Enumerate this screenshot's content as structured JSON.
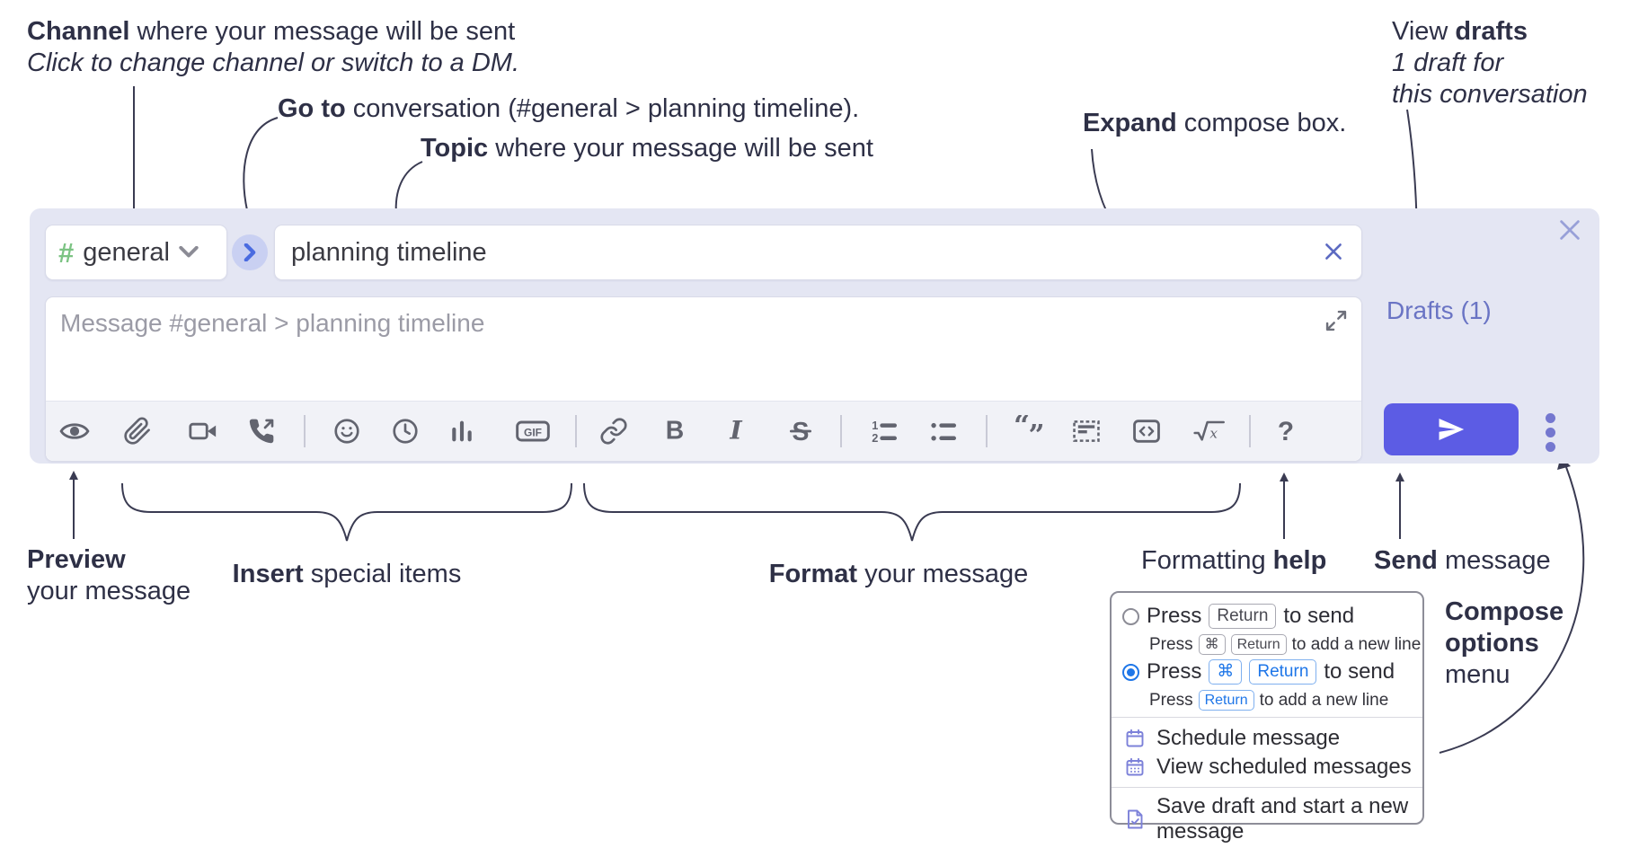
{
  "annotations": {
    "channel": {
      "bold": "Channel",
      "rest": " where your message will be sent",
      "subtitle": "Click to change channel or switch to a DM."
    },
    "goto": {
      "bold": "Go to",
      "rest": " conversation (#general > planning timeline)."
    },
    "topic": {
      "bold": "Topic",
      "rest": " where your message will be sent"
    },
    "view_drafts": {
      "pre": "View ",
      "bold": "drafts",
      "line2": "1 draft for",
      "line3": "this conversation"
    },
    "expand": {
      "bold": "Expand",
      "rest": " compose box."
    },
    "preview": {
      "bold": "Preview",
      "line2": "your message"
    },
    "insert": {
      "bold": "Insert",
      "rest": " special items"
    },
    "format": {
      "bold": "Format",
      "rest": " your message"
    },
    "help": {
      "pre": "Formatting ",
      "bold": "help"
    },
    "send": {
      "bold": "Send",
      "rest": " message"
    },
    "compose_options": {
      "line1": "Compose",
      "line2": "options",
      "line3": "menu"
    }
  },
  "compose": {
    "channel": {
      "hash": "#",
      "name": "general"
    },
    "topic_value": "planning timeline",
    "message_placeholder": "Message #general > planning timeline",
    "drafts_label": "Drafts (1)",
    "toolbar": {
      "gif_label": "GIF",
      "bold_glyph": "B",
      "italic_glyph": "I",
      "strike_glyph": "S",
      "ol_1": "1",
      "ol_2": "2",
      "quote_open": "“",
      "quote_close": "”",
      "math_x": "x",
      "help_glyph": "?",
      "icons": [
        "preview",
        "attach-file",
        "start-video-call",
        "start-voice-call",
        "add-emoji",
        "add-global-time",
        "add-poll",
        "add-gif",
        "insert-link",
        "bold",
        "italic",
        "strikethrough",
        "numbered-list",
        "bulleted-list",
        "quote",
        "spoiler",
        "code",
        "math-latex",
        "formatting-help"
      ]
    }
  },
  "popup": {
    "option1": {
      "press": "Press",
      "key1": "Return",
      "rest": "to send",
      "sub_press": "Press",
      "sub_key1": "⌘",
      "sub_key2": "Return",
      "sub_rest": "to add a new line"
    },
    "option2": {
      "press": "Press",
      "key1": "⌘",
      "key2": "Return",
      "rest": "to send",
      "sub_press": "Press",
      "sub_key1": "Return",
      "sub_rest": "to add a new line"
    },
    "items": [
      "Schedule message",
      "View scheduled messages",
      "Save draft and start a new message"
    ]
  },
  "colors": {
    "compose_bg": "#e4e6f3",
    "send_button": "#5c5ce4",
    "drafts_link": "#6a74c4",
    "hash_green": "#7cc383",
    "radio_selected": "#1e76e8",
    "menu_icon": "#7c81d9",
    "annotation_text": "#2e3046"
  }
}
